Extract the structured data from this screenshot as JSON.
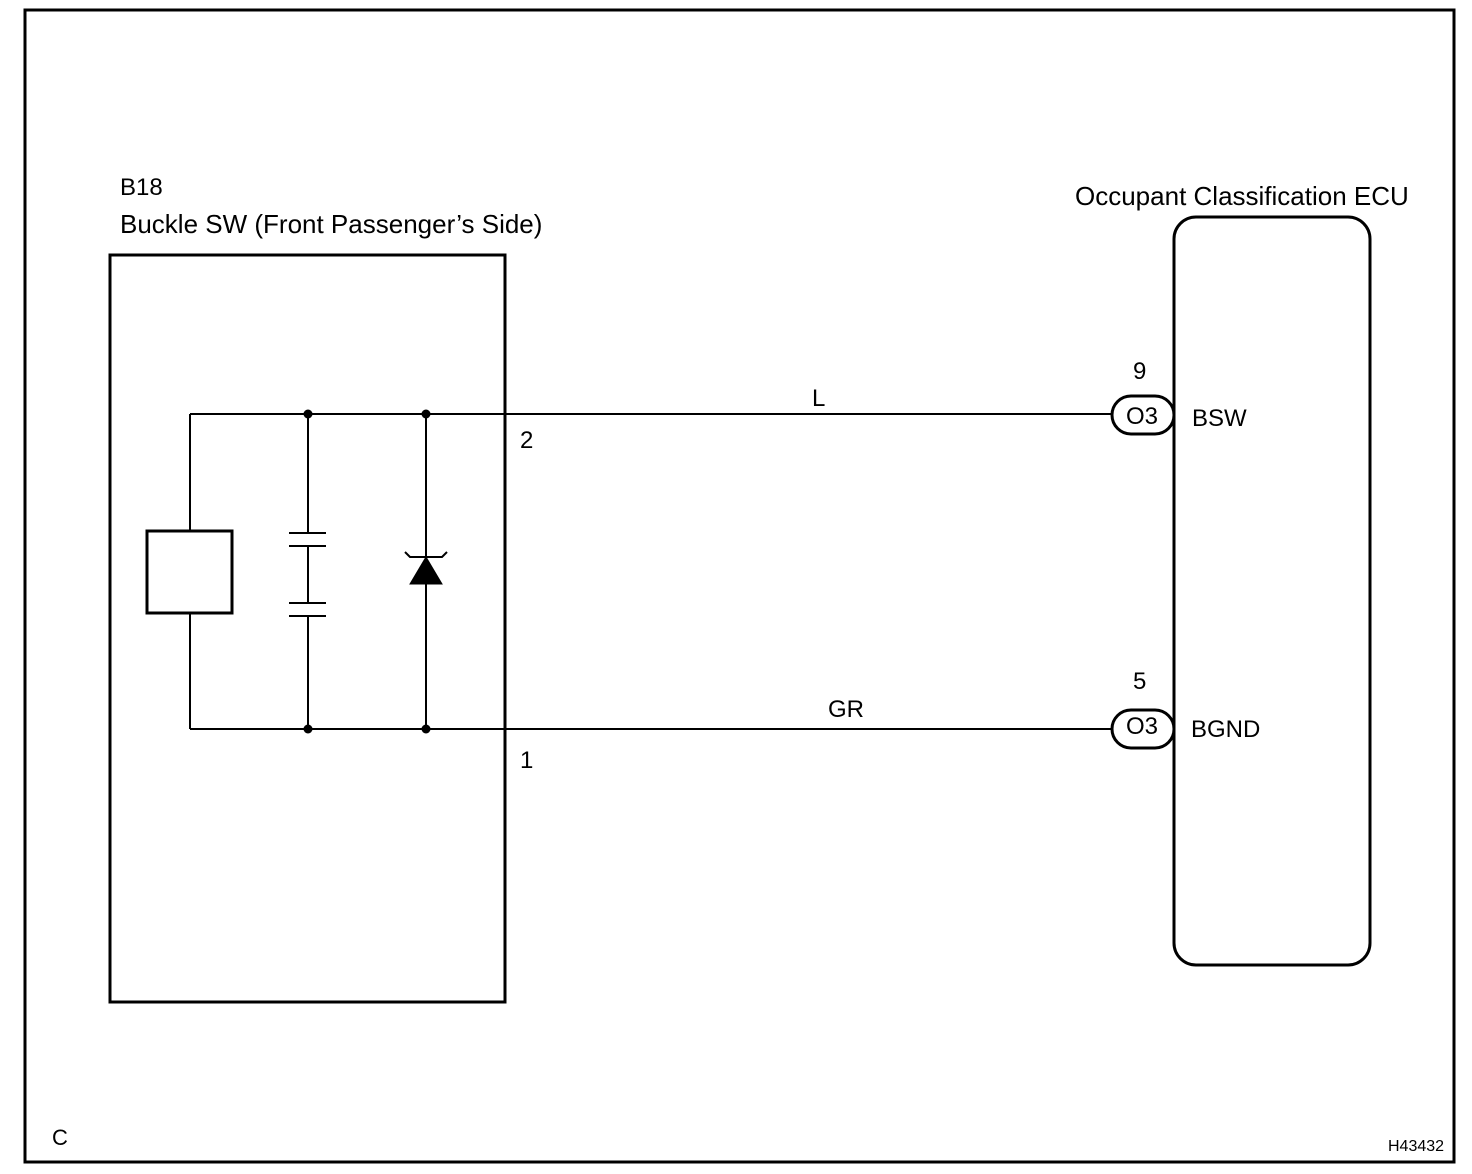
{
  "corner_label": "C",
  "figure_id": "H43432",
  "component_left": {
    "id": "B18",
    "name": "Buckle SW (Front Passenger’s Side)",
    "pins": {
      "top": "2",
      "bottom": "1"
    }
  },
  "component_right": {
    "name": "Occupant Classification ECU",
    "terminals": [
      {
        "pin": "9",
        "connector": "O3",
        "signal": "BSW"
      },
      {
        "pin": "5",
        "connector": "O3",
        "signal": "BGND"
      }
    ]
  },
  "wires": [
    {
      "color": "L"
    },
    {
      "color": "GR"
    }
  ]
}
